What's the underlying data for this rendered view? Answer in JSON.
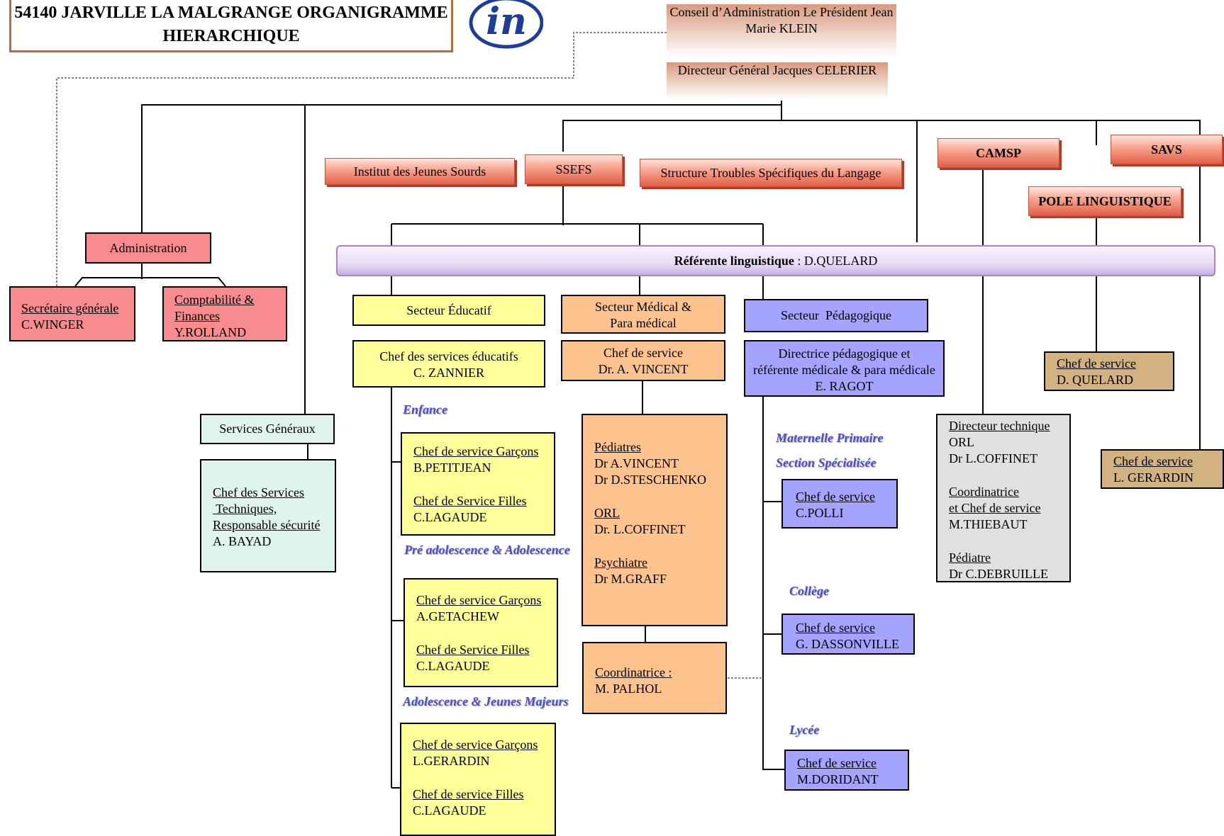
{
  "header": {
    "line1": "54140 JARVILLE LA MALGRANGE",
    "line2": "ORGANIGRAMME HIERARCHIQUE",
    "logo_text": "in"
  },
  "board": {
    "line1": "Conseil d’Administration",
    "line2": "Le Président",
    "line3": "Jean Marie KLEIN"
  },
  "director": {
    "line1": "Directeur  Général",
    "line2": "Jacques CELERIER"
  },
  "institutions": {
    "ijs": "Institut des  Jeunes Sourds",
    "ssefs": "SSEFS",
    "stsl": "Structure Troubles Spécifiques du Langage",
    "camsp": "CAMSP",
    "savs": "SAVS",
    "pole": "POLE LINGUISTIQUE"
  },
  "referente": {
    "label": "Référente linguistique",
    "value": " : D.QUELARD"
  },
  "administration": {
    "title": "Administration",
    "secretaire": {
      "role": "Secrétaire générale",
      "name": "C.WINGER"
    },
    "compta": {
      "role1": "Comptabilité &",
      "role2": "Finances",
      "name": "Y.ROLLAND"
    }
  },
  "services_generaux": {
    "title": "Services Généraux",
    "role1": "Chef des Services",
    "role2": " Techniques,",
    "role3": "Responsable sécurité",
    "name": "A. BAYAD"
  },
  "educatif": {
    "title": "Secteur Éducatif",
    "chef_line1": "Chef des services éducatifs",
    "chef_line2": "C. ZANNIER",
    "groups": [
      {
        "label1": "Enfance",
        "label2": "",
        "garcons_role": "Chef de service Garçons",
        "garcons_name": "B.PETITJEAN",
        "filles_role": "Chef de Service Filles",
        "filles_name": "C.LAGAUDE"
      },
      {
        "label1": "Pré adolescence &",
        "label2": "Adolescence",
        "garcons_role": "Chef de service Garçons",
        "garcons_name": "A.GETACHEW",
        "filles_role": "Chef de Service Filles",
        "filles_name": "C.LAGAUDE"
      },
      {
        "label1": "Adolescence & Jeunes Majeurs",
        "label2": "",
        "garcons_role": "Chef de service Garçons",
        "garcons_name": "L.GERARDIN",
        "filles_role": "Chef de service Filles",
        "filles_name": "C.LAGAUDE"
      }
    ]
  },
  "medical": {
    "title1": "Secteur Médical &",
    "title2": "Para médical",
    "chef_line1": "Chef de service",
    "chef_line2": "Dr. A. VINCENT",
    "pediatres_role": "Pédiatres",
    "pediatres_1": "Dr A.VINCENT",
    "pediatres_2": "Dr D.STESCHENKO",
    "orl_role": "ORL",
    "orl_name": "Dr. L.COFFINET",
    "psy_role": "Psychiatre",
    "psy_name": "Dr M.GRAFF",
    "coord_role": "Coordinatrice :",
    "coord_name": "M. PALHOL"
  },
  "pedagogique": {
    "title": "Secteur  Pédagogique",
    "dir_line1": "Directrice pédagogique et",
    "dir_line2": "référente médicale & para médicale",
    "dir_line3": "E. RAGOT",
    "label_mat": "Maternelle Primaire",
    "label_spec": "Section Spécialisée",
    "label_college": "Collège",
    "label_lycee": "Lycée",
    "mat_role": "Chef de service ",
    "mat_name": "C.POLLI",
    "col_role": "Chef de service",
    "col_name": "G. DASSONVILLE",
    "lyc_role": "Chef de service",
    "lyc_name": "M.DORIDANT"
  },
  "camsp_box": {
    "dt_role": "Directeur  technique",
    "dt_1": "ORL",
    "dt_2": "Dr L.COFFINET",
    "co_role1": "Coordinatrice",
    "co_role2": "et Chef de service ",
    "co_name": "M.THIEBAUT",
    "ped_role": "Pédiatre",
    "ped_name": "Dr C.DEBRUILLE"
  },
  "pole_box": {
    "role": "Chef de service ",
    "name": "D. QUELARD"
  },
  "savs_box": {
    "role": "Chef de service ",
    "name": "L. GERARDIN"
  },
  "colors": {
    "administration": "#f78b8e",
    "educatif": "#ffff99",
    "medical": "#fcc38f",
    "pedagogique": "#a4a4ff",
    "services_generaux": "#dff4ec",
    "pole_savs": "#d2b281",
    "camsp": "#e0e0e0",
    "section_label": "#4d4dc7"
  }
}
